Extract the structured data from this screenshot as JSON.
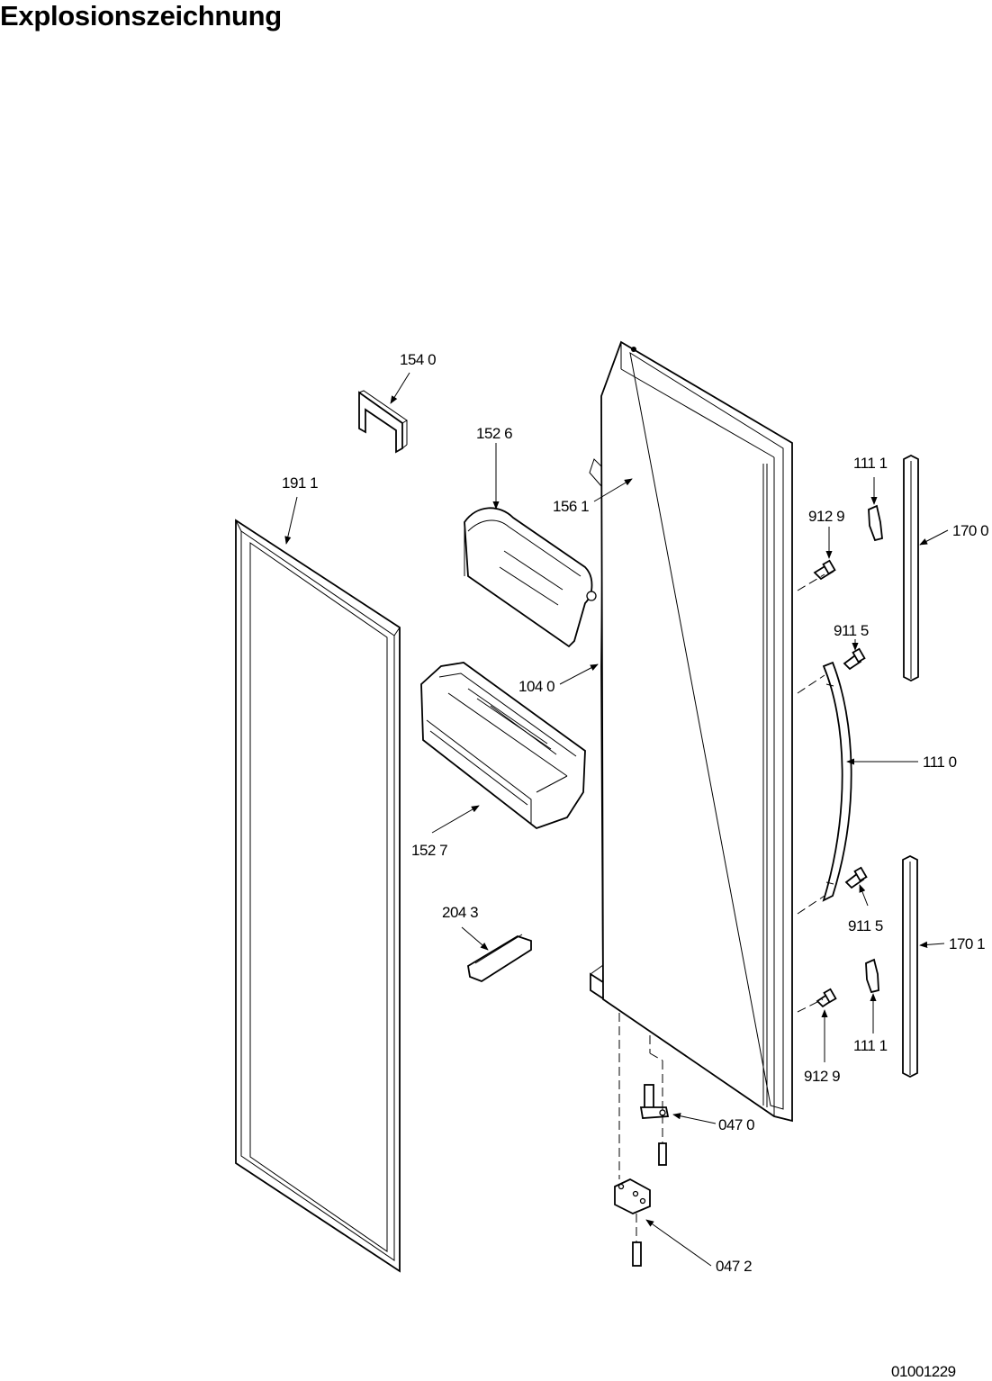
{
  "page": {
    "title": "Explosionszeichnung",
    "doc_number": "01001229"
  },
  "parts": {
    "p1540": "154 0",
    "p1526": "152 6",
    "p1911": "191 1",
    "p1561": "156 1",
    "p1111_top": "111 1",
    "p9129_top": "912 9",
    "p1700": "170 0",
    "p9115_top": "911 5",
    "p1040": "104 0",
    "p1110": "111 0",
    "p1527": "152 7",
    "p9115_bottom": "911 5",
    "p2043": "204 3",
    "p1701": "170 1",
    "p1111_bottom": "111 1",
    "p9129_bottom": "912 9",
    "p0470": "047 0",
    "p0472": "047 2"
  },
  "arrow_color": "#000000"
}
